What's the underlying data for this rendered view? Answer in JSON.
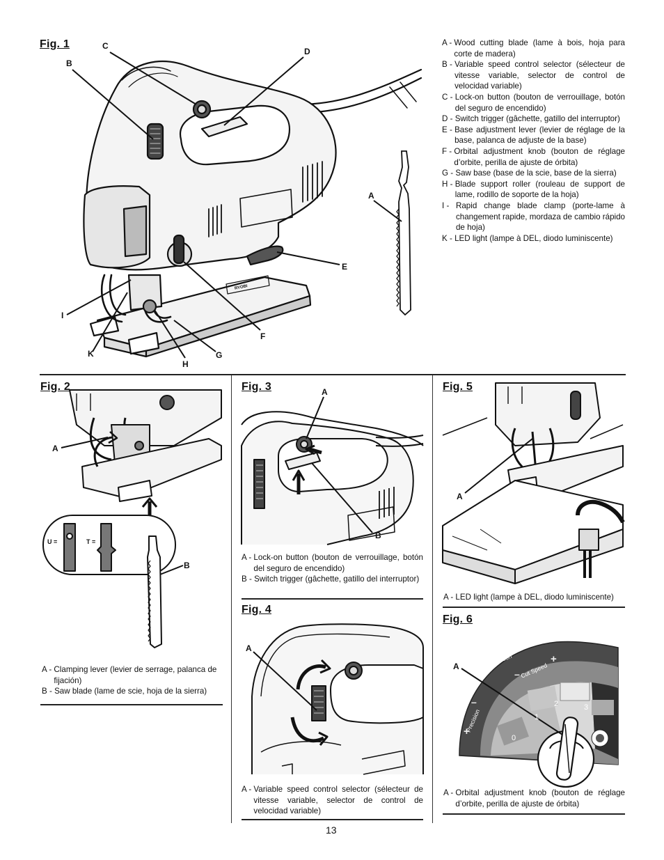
{
  "figures": {
    "fig1": {
      "title": "Fig. 1",
      "callouts": {
        "A": "A",
        "B": "B",
        "C": "C",
        "D": "D",
        "E": "E",
        "F": "F",
        "G": "G",
        "H": "H",
        "I": "I",
        "K": "K"
      },
      "legend": [
        {
          "key": "A -",
          "text": "Wood cutting blade (lame à bois, hoja para corte de madera)"
        },
        {
          "key": "B -",
          "text": "Variable speed control selector (sélecteur de vitesse variable, selector de control de velocidad variable)"
        },
        {
          "key": "C -",
          "text": "Lock-on button (bouton de verrouillage, botón del seguro de encendido)"
        },
        {
          "key": "D -",
          "text": "Switch trigger (gâchette, gatillo del interruptor)"
        },
        {
          "key": "E -",
          "text": "Base adjustment lever (levier de réglage de la base, palanca de adjuste de la base)"
        },
        {
          "key": "F -",
          "text": "Orbital adjustment knob (bouton de réglage d’orbite, perilla de ajuste de órbita)"
        },
        {
          "key": "G -",
          "text": "Saw base (base de la scie, base de la sierra)"
        },
        {
          "key": "H -",
          "text": "Blade support roller (rouleau de support de lame, rodillo de soporte de la hoja)"
        },
        {
          "key": "I -",
          "text": "Rapid change blade clamp (porte-lame à changement rapide, mordaza de cambio rápido de hoja)"
        },
        {
          "key": "K -",
          "text": "LED light (lampe à DEL, diodo luminiscente)"
        }
      ],
      "brand": "RYOBI"
    },
    "fig2": {
      "title": "Fig. 2",
      "callouts": {
        "A": "A",
        "B": "B"
      },
      "u_label": "U =",
      "t_label": "T =",
      "legend": [
        {
          "key": "A -",
          "text": "Clamping lever (levier de serrage, palanca de fijación)"
        },
        {
          "key": "B -",
          "text": "Saw blade (lame de scie, hoja de la sierra)"
        }
      ]
    },
    "fig3": {
      "title": "Fig. 3",
      "callouts": {
        "A": "A",
        "B": "B"
      },
      "legend": [
        {
          "key": "A -",
          "text": "Lock-on button (bouton de verrouillage, botón del seguro de encendido)"
        },
        {
          "key": "B -",
          "text": "Switch trigger (gâchette, gatillo del interruptor)"
        }
      ]
    },
    "fig4": {
      "title": "Fig. 4",
      "callouts": {
        "A": "A"
      },
      "legend": [
        {
          "key": "A -",
          "text": "Variable speed control selector (sélecteur de vitesse variable, selector de control de velocidad variable)"
        }
      ]
    },
    "fig5": {
      "title": "Fig. 5",
      "callouts": {
        "A": "A"
      },
      "legend": [
        {
          "key": "A -",
          "text": "LED light (lampe à DEL, diodo luminiscente)"
        }
      ]
    },
    "fig6": {
      "title": "Fig. 6",
      "callouts": {
        "A": "A"
      },
      "dial": {
        "orbital_action": "Orbital Action",
        "cut_speed": "Cut Speed",
        "precision": "Precision",
        "plus": "+",
        "minus": "–",
        "n0": "0",
        "n1": "1",
        "n2": "2",
        "n3": "3"
      },
      "legend": [
        {
          "key": "A -",
          "text": "Orbital adjustment knob (bouton de réglage d’orbite, perilla de ajuste de órbita)"
        }
      ]
    }
  },
  "page_number": "13"
}
